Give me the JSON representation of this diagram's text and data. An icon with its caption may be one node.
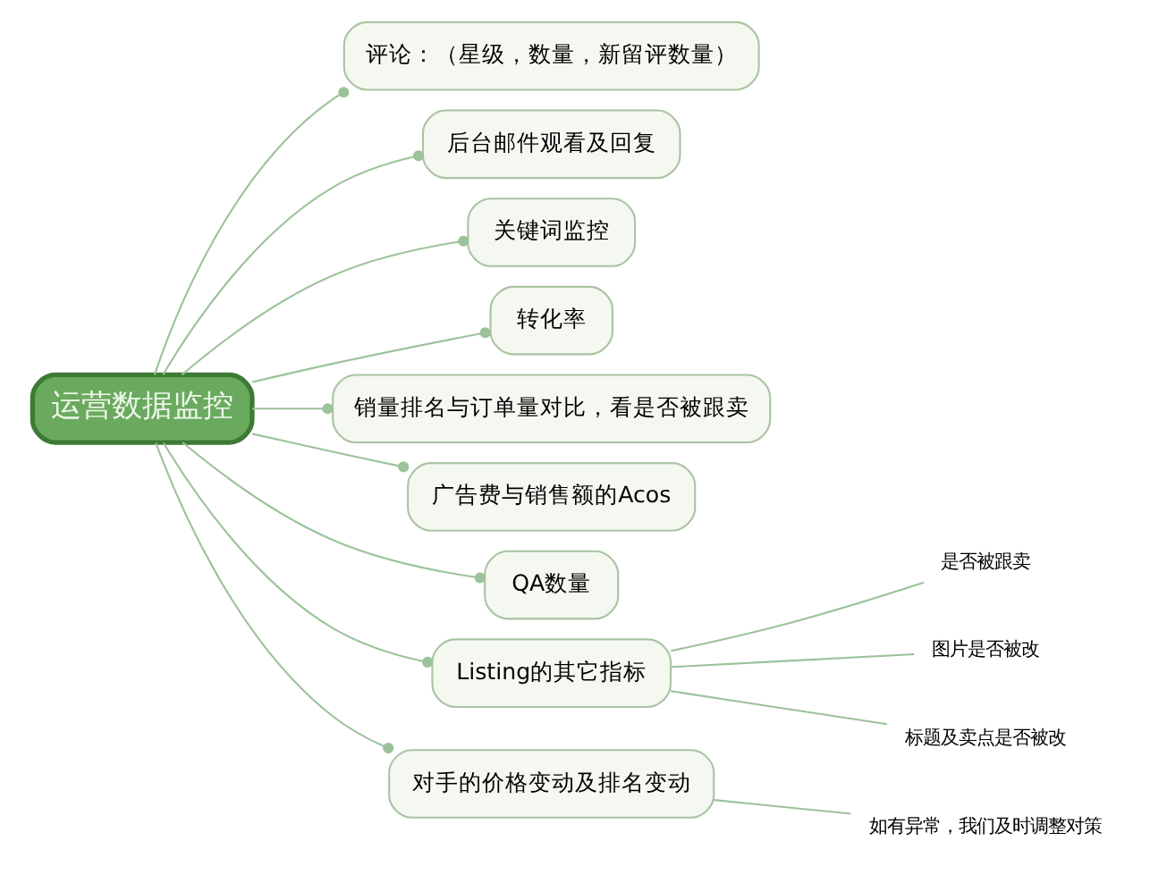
{
  "diagram": {
    "nodes": [
      {
        "text": [
          "运营数据监控"
        ]
      },
      {
        "text": [
          "评论：（星级，数量，新留评数量）"
        ]
      },
      {
        "text": [
          "后台邮件观看及回复"
        ]
      },
      {
        "text": [
          "关键词监控"
        ]
      },
      {
        "text": [
          "转化率"
        ]
      },
      {
        "text": [
          "销量排名与订单量对比，看是否被跟卖"
        ]
      },
      {
        "text": [
          "广告费与销售额的Acos"
        ]
      },
      {
        "text": [
          "QA数量"
        ]
      },
      {
        "text": [
          "Listing的其它指标"
        ]
      },
      {
        "text": [
          "对手的价格变动及排名变动"
        ]
      },
      {
        "text": [
          "是否被跟卖"
        ]
      },
      {
        "text": [
          "图片是否被改"
        ]
      },
      {
        "text": [
          "标题及卖点是否被改"
        ]
      },
      {
        "text": [
          "如有异常，我们及时调整对策"
        ]
      }
    ],
    "edges": [
      {
        "from": 0,
        "to": 1,
        "arrow": "other"
      },
      {
        "from": 0,
        "to": 2,
        "arrow": "other"
      },
      {
        "from": 0,
        "to": 3,
        "arrow": "other"
      },
      {
        "from": 0,
        "to": 4,
        "arrow": "other"
      },
      {
        "from": 0,
        "to": 5,
        "arrow": "other"
      },
      {
        "from": 0,
        "to": 6,
        "arrow": "other"
      },
      {
        "from": 0,
        "to": 7,
        "arrow": "other"
      },
      {
        "from": 0,
        "to": 8,
        "arrow": "other"
      },
      {
        "from": 0,
        "to": 9,
        "arrow": "other"
      },
      {
        "from": 8,
        "to": 10,
        "arrow": "none"
      },
      {
        "from": 8,
        "to": 11,
        "arrow": "none"
      },
      {
        "from": 8,
        "to": 12,
        "arrow": "none"
      },
      {
        "from": 9,
        "to": 13,
        "arrow": "none"
      }
    ]
  }
}
